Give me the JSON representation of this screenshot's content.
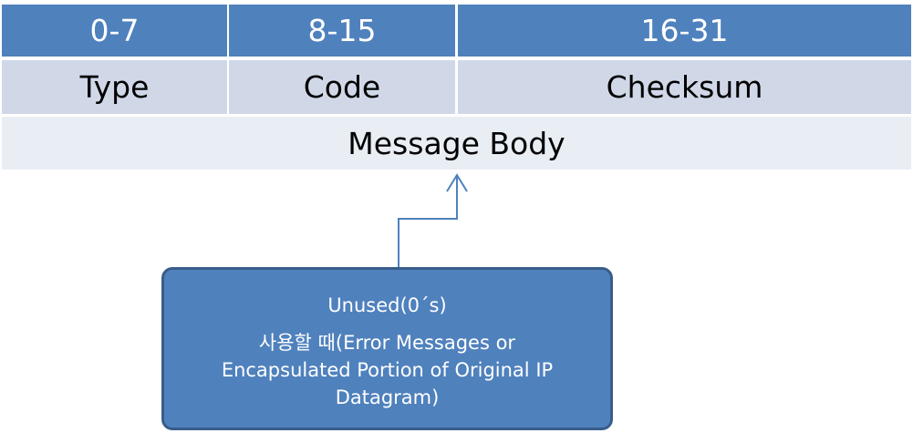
{
  "header_row": [
    {
      "label": "0-7"
    },
    {
      "label": "8-15"
    },
    {
      "label": "16-31"
    }
  ],
  "field_row": [
    {
      "label": "Type"
    },
    {
      "label": "Code"
    },
    {
      "label": "Checksum"
    }
  ],
  "body_row": {
    "label": "Message Body"
  },
  "callout": {
    "lines": [
      "Unused(0´s)",
      "사용할 때(Error Messages or",
      "Encapsulated Portion of Original IP",
      "Datagram)"
    ]
  },
  "colors": {
    "header_fill": "#4f81bd",
    "field_fill": "#d0d8e8",
    "body_fill": "#e9edf4",
    "callout_fill": "#4f81bd",
    "callout_border": "#385d8a",
    "arrow": "#4f81bd"
  }
}
